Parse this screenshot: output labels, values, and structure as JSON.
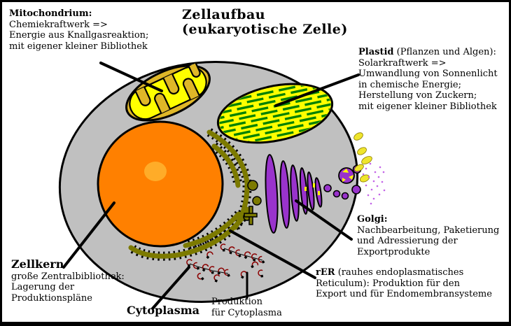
{
  "title": {
    "line1": "Zellaufbau",
    "line2": "(eukaryotische Zelle)"
  },
  "labels": {
    "mitochondrium": {
      "title": "Mitochondrium:",
      "lines": [
        "Chemiekraftwerk =>",
        "Energie aus Knallgasreaktion;",
        "mit eigener kleiner Bibliothek"
      ]
    },
    "plastid": {
      "title": "Plastid",
      "title_rest": " (Pflanzen und Algen):",
      "lines": [
        "Solarkraftwerk =>",
        "Umwandlung von Sonnenlicht",
        "in chemische Energie;",
        "Herstellung von Zuckern;",
        "mit eigener kleiner Bibliothek"
      ]
    },
    "golgi": {
      "title": "Golgi:",
      "lines": [
        "Nachbearbeitung, Paketierung",
        "und Adressierung der",
        "Exportprodukte"
      ]
    },
    "rer": {
      "title": "rER",
      "title_rest": " (rauhes endoplasmatisches",
      "lines": [
        "Reticulum): Produktion für den",
        "Export und für Endomembransysteme"
      ]
    },
    "zellkern": {
      "title": "Zellkern",
      "lines": [
        "große Zentralbibliothek:",
        "Lagerung der",
        "Produktionspläne"
      ]
    },
    "cytoplasma": {
      "title": "Cytoplasma"
    },
    "produktion": {
      "lines": [
        "Produktion",
        "für Cytoplasma"
      ]
    }
  },
  "colors": {
    "background": "#FFFFFF",
    "frame": "#000000",
    "cytoplasm_fill": "#C0C0C0",
    "membrane": "#000000",
    "nucleus": "#FF8000",
    "nucleolus": "#FFAC28",
    "mitochondrion_outer": "#DFB728",
    "mitochondrion_matrix": "#FFFF00",
    "plastid_fill": "#FFFF00",
    "plastid_stripes": "#058205",
    "rough_er": "#7C7A00",
    "golgi": "#9933CC",
    "ribosome_chain": "#8B0000",
    "secreted_product": "#EFE52C",
    "speckles": "#C364E8"
  }
}
